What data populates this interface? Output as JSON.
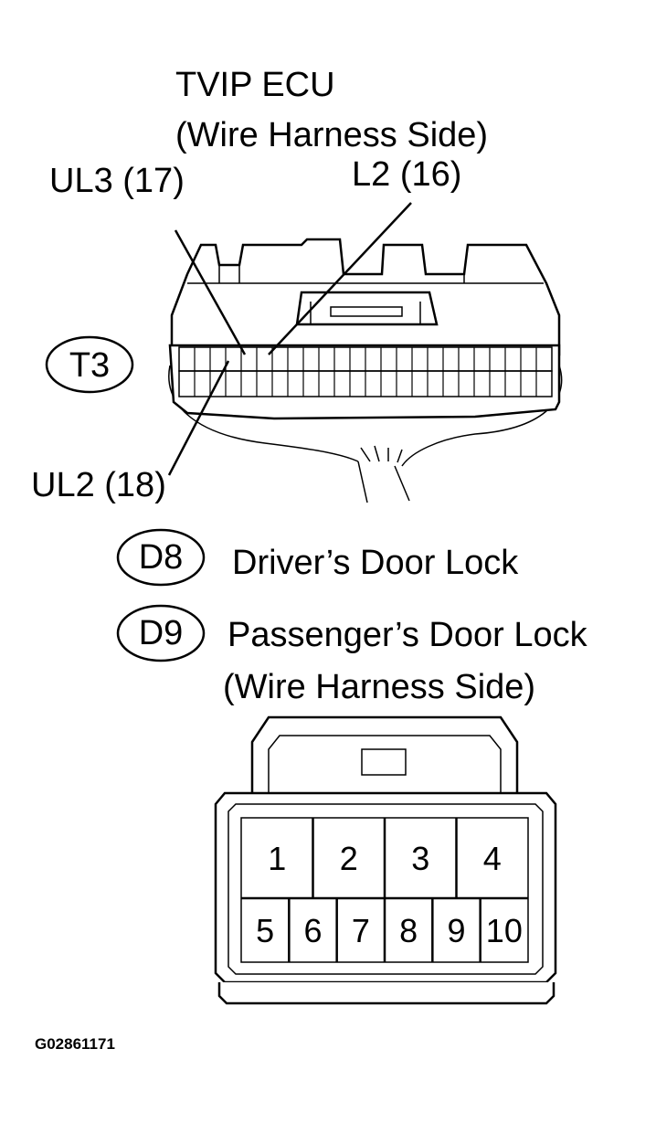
{
  "ecu": {
    "title": "TVIP ECU",
    "subtitle": "(Wire Harness Side)",
    "connector_badge": "T3",
    "pins": {
      "ul3": "UL3 (17)",
      "l2": "L2 (16)",
      "ul2": "UL2 (18)"
    }
  },
  "door_lock": {
    "badges": [
      {
        "id": "D8",
        "label": "Driver’s Door Lock"
      },
      {
        "id": "D9",
        "label": "Passenger’s Door Lock"
      }
    ],
    "subtitle": "(Wire Harness Side)",
    "top_row_pins": [
      "1",
      "2",
      "3",
      "4"
    ],
    "bottom_row_pins": [
      "5",
      "6",
      "7",
      "8",
      "9",
      "10"
    ]
  },
  "figure_code": "G02861171"
}
